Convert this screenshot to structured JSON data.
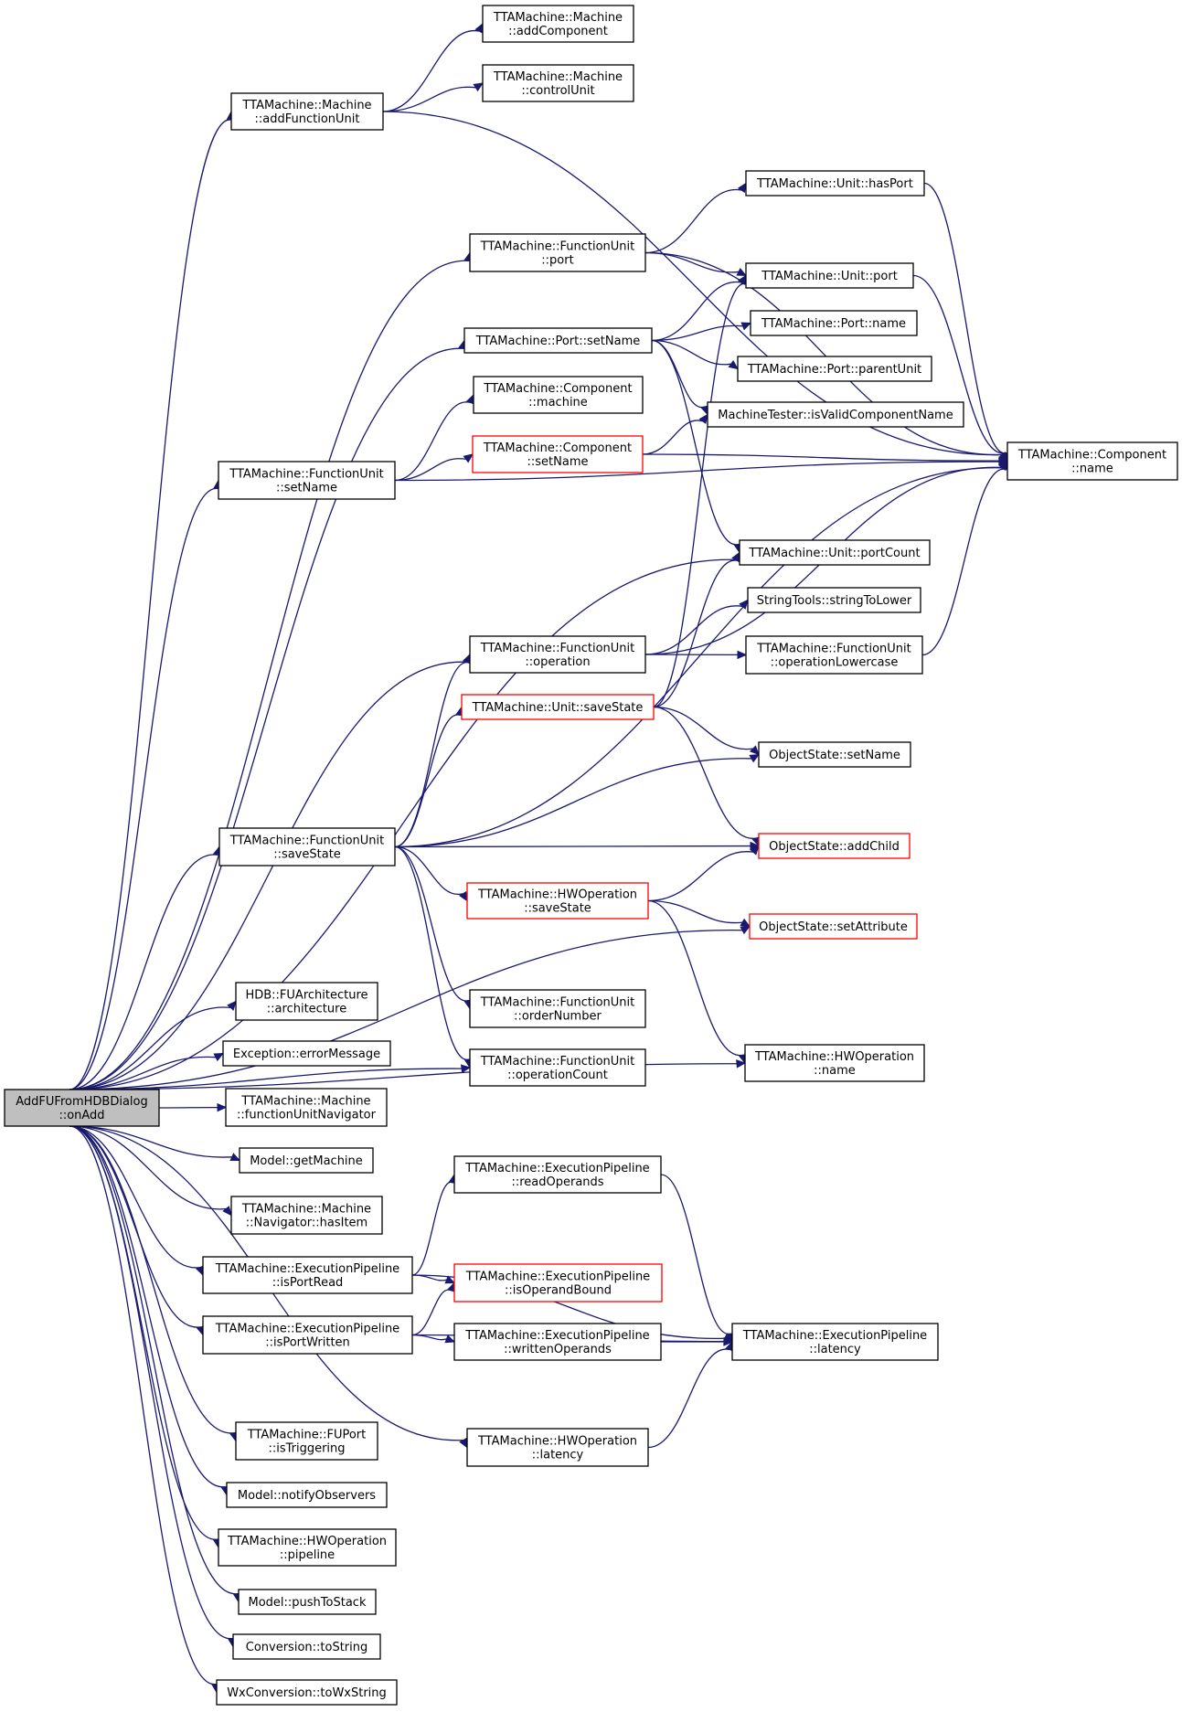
{
  "graph_title": "",
  "colors": {
    "edge": "#191970",
    "node_border": "#000000",
    "truncated_node_border": "#ff0000",
    "root_fill": "#bfbfbf",
    "node_fill": "#ffffff"
  },
  "nodes": {
    "root": {
      "lines": [
        "AddFUFromHDBDialog",
        "::onAdd"
      ],
      "style": "root"
    },
    "m_addFU": {
      "lines": [
        "TTAMachine::Machine",
        "::addFunctionUnit"
      ],
      "style": "normal"
    },
    "m_addComp": {
      "lines": [
        "TTAMachine::Machine",
        "::addComponent"
      ],
      "style": "normal"
    },
    "m_ctrl": {
      "lines": [
        "TTAMachine::Machine",
        "::controlUnit"
      ],
      "style": "normal"
    },
    "u_hasPort": {
      "lines": [
        "TTAMachine::Unit::hasPort"
      ],
      "style": "normal"
    },
    "fu_port": {
      "lines": [
        "TTAMachine::FunctionUnit",
        "::port"
      ],
      "style": "normal"
    },
    "u_port": {
      "lines": [
        "TTAMachine::Unit::port"
      ],
      "style": "normal"
    },
    "p_setName": {
      "lines": [
        "TTAMachine::Port::setName"
      ],
      "style": "normal"
    },
    "p_name": {
      "lines": [
        "TTAMachine::Port::name"
      ],
      "style": "normal"
    },
    "p_parent": {
      "lines": [
        "TTAMachine::Port::parentUnit"
      ],
      "style": "normal"
    },
    "c_machine": {
      "lines": [
        "TTAMachine::Component",
        "::machine"
      ],
      "style": "normal"
    },
    "mt_valid": {
      "lines": [
        "MachineTester::isValidComponentName"
      ],
      "style": "normal"
    },
    "c_setName": {
      "lines": [
        "TTAMachine::Component",
        "::setName"
      ],
      "style": "red"
    },
    "fu_setName": {
      "lines": [
        "TTAMachine::FunctionUnit",
        "::setName"
      ],
      "style": "normal"
    },
    "c_name": {
      "lines": [
        "TTAMachine::Component",
        "::name"
      ],
      "style": "normal"
    },
    "u_portCount": {
      "lines": [
        "TTAMachine::Unit::portCount"
      ],
      "style": "normal"
    },
    "st_lower": {
      "lines": [
        "StringTools::stringToLower"
      ],
      "style": "normal"
    },
    "fu_op": {
      "lines": [
        "TTAMachine::FunctionUnit",
        "::operation"
      ],
      "style": "normal"
    },
    "fu_opLower": {
      "lines": [
        "TTAMachine::FunctionUnit",
        "::operationLowercase"
      ],
      "style": "normal"
    },
    "u_save": {
      "lines": [
        "TTAMachine::Unit::saveState"
      ],
      "style": "red"
    },
    "os_setName": {
      "lines": [
        "ObjectState::setName"
      ],
      "style": "normal"
    },
    "fu_save": {
      "lines": [
        "TTAMachine::FunctionUnit",
        "::saveState"
      ],
      "style": "normal"
    },
    "os_addChild": {
      "lines": [
        "ObjectState::addChild"
      ],
      "style": "red"
    },
    "hw_save": {
      "lines": [
        "TTAMachine::HWOperation",
        "::saveState"
      ],
      "style": "red"
    },
    "os_setAttr": {
      "lines": [
        "ObjectState::setAttribute"
      ],
      "style": "red"
    },
    "hdb_arch": {
      "lines": [
        "HDB::FUArchitecture",
        "::architecture"
      ],
      "style": "normal"
    },
    "fu_order": {
      "lines": [
        "TTAMachine::FunctionUnit",
        "::orderNumber"
      ],
      "style": "normal"
    },
    "ex_err": {
      "lines": [
        "Exception::errorMessage"
      ],
      "style": "normal"
    },
    "fu_opCount": {
      "lines": [
        "TTAMachine::FunctionUnit",
        "::operationCount"
      ],
      "style": "normal"
    },
    "hw_name": {
      "lines": [
        "TTAMachine::HWOperation",
        "::name"
      ],
      "style": "normal"
    },
    "m_fuNav": {
      "lines": [
        "TTAMachine::Machine",
        "::functionUnitNavigator"
      ],
      "style": "normal"
    },
    "model_get": {
      "lines": [
        "Model::getMachine"
      ],
      "style": "normal"
    },
    "ep_read": {
      "lines": [
        "TTAMachine::ExecutionPipeline",
        "::readOperands"
      ],
      "style": "normal"
    },
    "nav_has": {
      "lines": [
        "TTAMachine::Machine",
        "::Navigator::hasItem"
      ],
      "style": "normal"
    },
    "ep_isRead": {
      "lines": [
        "TTAMachine::ExecutionPipeline",
        "::isPortRead"
      ],
      "style": "normal"
    },
    "ep_bound": {
      "lines": [
        "TTAMachine::ExecutionPipeline",
        "::isOperandBound"
      ],
      "style": "red"
    },
    "ep_isWrit": {
      "lines": [
        "TTAMachine::ExecutionPipeline",
        "::isPortWritten"
      ],
      "style": "normal"
    },
    "ep_written": {
      "lines": [
        "TTAMachine::ExecutionPipeline",
        "::writtenOperands"
      ],
      "style": "normal"
    },
    "ep_latency": {
      "lines": [
        "TTAMachine::ExecutionPipeline",
        "::latency"
      ],
      "style": "normal"
    },
    "fup_trig": {
      "lines": [
        "TTAMachine::FUPort",
        "::isTriggering"
      ],
      "style": "normal"
    },
    "hw_latency": {
      "lines": [
        "TTAMachine::HWOperation",
        "::latency"
      ],
      "style": "normal"
    },
    "model_notify": {
      "lines": [
        "Model::notifyObservers"
      ],
      "style": "normal"
    },
    "hw_pipe": {
      "lines": [
        "TTAMachine::HWOperation",
        "::pipeline"
      ],
      "style": "normal"
    },
    "model_push": {
      "lines": [
        "Model::pushToStack"
      ],
      "style": "normal"
    },
    "conv_str": {
      "lines": [
        "Conversion::toString"
      ],
      "style": "normal"
    },
    "wx_str": {
      "lines": [
        "WxConversion::toWxString"
      ],
      "style": "normal"
    }
  },
  "edges": [
    [
      "root",
      "m_addFU"
    ],
    [
      "root",
      "fu_port"
    ],
    [
      "root",
      "p_setName"
    ],
    [
      "root",
      "fu_setName"
    ],
    [
      "root",
      "u_portCount"
    ],
    [
      "root",
      "fu_op"
    ],
    [
      "root",
      "fu_save"
    ],
    [
      "root",
      "os_setAttr"
    ],
    [
      "root",
      "fu_opCount"
    ],
    [
      "root",
      "hdb_arch"
    ],
    [
      "root",
      "ex_err"
    ],
    [
      "root",
      "m_fuNav"
    ],
    [
      "root",
      "model_get"
    ],
    [
      "root",
      "nav_has"
    ],
    [
      "root",
      "ep_isRead"
    ],
    [
      "root",
      "ep_isWrit"
    ],
    [
      "root",
      "hw_latency"
    ],
    [
      "root",
      "fup_trig"
    ],
    [
      "root",
      "model_notify"
    ],
    [
      "root",
      "hw_pipe"
    ],
    [
      "root",
      "model_push"
    ],
    [
      "root",
      "conv_str"
    ],
    [
      "root",
      "wx_str"
    ],
    [
      "root",
      "hw_name"
    ],
    [
      "m_addFU",
      "m_addComp"
    ],
    [
      "m_addFU",
      "m_ctrl"
    ],
    [
      "m_addFU",
      "c_name"
    ],
    [
      "fu_port",
      "u_hasPort"
    ],
    [
      "fu_port",
      "c_name"
    ],
    [
      "fu_port",
      "u_port"
    ],
    [
      "u_hasPort",
      "c_name"
    ],
    [
      "u_port",
      "c_name"
    ],
    [
      "p_setName",
      "u_port"
    ],
    [
      "p_setName",
      "p_name"
    ],
    [
      "p_setName",
      "p_parent"
    ],
    [
      "p_setName",
      "mt_valid"
    ],
    [
      "p_setName",
      "u_portCount"
    ],
    [
      "fu_setName",
      "c_machine"
    ],
    [
      "fu_setName",
      "c_setName"
    ],
    [
      "fu_setName",
      "c_name"
    ],
    [
      "c_setName",
      "mt_valid"
    ],
    [
      "c_setName",
      "c_name"
    ],
    [
      "fu_op",
      "st_lower"
    ],
    [
      "fu_op",
      "fu_opLower"
    ],
    [
      "fu_op",
      "c_name"
    ],
    [
      "fu_opLower",
      "c_name"
    ],
    [
      "u_save",
      "u_port"
    ],
    [
      "u_save",
      "u_portCount"
    ],
    [
      "u_save",
      "os_setName"
    ],
    [
      "u_save",
      "os_addChild"
    ],
    [
      "fu_save",
      "fu_op"
    ],
    [
      "fu_save",
      "u_save"
    ],
    [
      "fu_save",
      "os_setName"
    ],
    [
      "fu_save",
      "c_name"
    ],
    [
      "fu_save",
      "os_addChild"
    ],
    [
      "fu_save",
      "hw_save"
    ],
    [
      "fu_save",
      "fu_order"
    ],
    [
      "fu_save",
      "fu_opCount"
    ],
    [
      "hw_save",
      "os_addChild"
    ],
    [
      "hw_save",
      "os_setAttr"
    ],
    [
      "hw_save",
      "hw_name"
    ],
    [
      "ep_isRead",
      "ep_read"
    ],
    [
      "ep_isRead",
      "ep_bound"
    ],
    [
      "ep_isRead",
      "ep_latency"
    ],
    [
      "ep_isWrit",
      "ep_bound"
    ],
    [
      "ep_isWrit",
      "ep_written"
    ],
    [
      "ep_isWrit",
      "ep_latency"
    ],
    [
      "ep_read",
      "ep_latency"
    ],
    [
      "ep_written",
      "ep_latency"
    ],
    [
      "hw_latency",
      "ep_latency"
    ]
  ]
}
